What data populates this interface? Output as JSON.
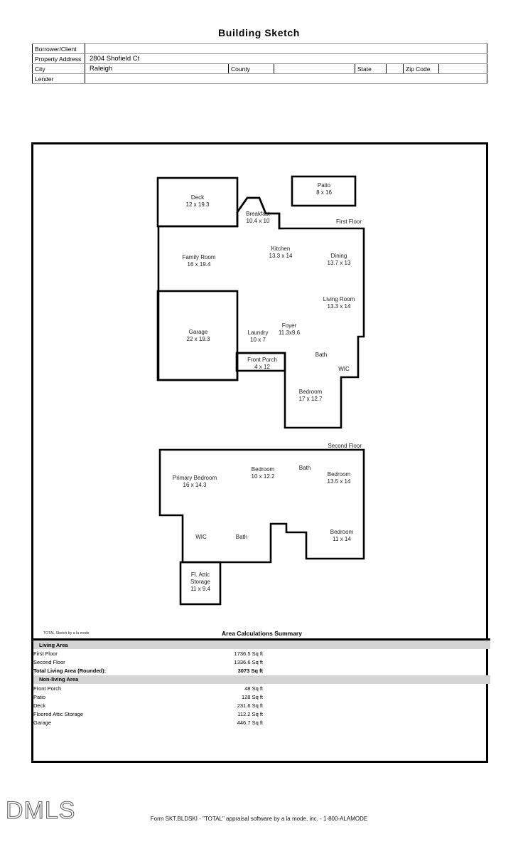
{
  "page_title": "Building Sketch",
  "info_table": {
    "rows": [
      {
        "label": "Borrower/Client",
        "value": ""
      },
      {
        "label": "Property Address",
        "value": "2804 Shofield Ct"
      },
      {
        "label": "City",
        "value": "Raleigh",
        "label2": "County",
        "value2": "",
        "label3": "State",
        "value3": "",
        "label4": "Zip Code",
        "value4": ""
      },
      {
        "label": "Lender",
        "value": ""
      }
    ],
    "borrower_label": "Borrower/Client",
    "borrower_value": "",
    "address_label": "Property Address",
    "address_value": "2804 Shofield Ct",
    "city_label": "City",
    "city_value": "Raleigh",
    "county_label": "County",
    "county_value": "",
    "state_label": "State",
    "state_value": "",
    "zip_label": "Zip Code",
    "zip_value": "",
    "lender_label": "Lender",
    "lender_value": ""
  },
  "sketch": {
    "first_floor_tag": "First Floor",
    "second_floor_tag": "Second Floor",
    "credit": "TOTAL Sketch by a la mode",
    "first_floor_rooms": [
      {
        "name": "Deck",
        "dims": "12 x 19.3"
      },
      {
        "name": "Patio",
        "dims": "8 x 16"
      },
      {
        "name": "Breakfast",
        "dims": "10.4 x 10"
      },
      {
        "name": "Kitchen",
        "dims": "13.3 x 14"
      },
      {
        "name": "Dining",
        "dims": "13.7 x 13"
      },
      {
        "name": "Family Room",
        "dims": "16 x 19.4"
      },
      {
        "name": "Living Room",
        "dims": "13.3 x 14"
      },
      {
        "name": "Garage",
        "dims": "22 x 19.3"
      },
      {
        "name": "Foyer",
        "dims": "11.3x9.6"
      },
      {
        "name": "Laundry",
        "dims": "10 x 7"
      },
      {
        "name": "Front Porch",
        "dims": "4 x 12"
      },
      {
        "name": "Bath",
        "dims": ""
      },
      {
        "name": "WIC",
        "dims": ""
      },
      {
        "name": "Bedroom",
        "dims": "17 x 12.7"
      }
    ],
    "second_floor_rooms": [
      {
        "name": "Primary Bedroom",
        "dims": "16 x 14.3"
      },
      {
        "name": "Bedroom",
        "dims": "10 x 12.2"
      },
      {
        "name": "Bath",
        "dims": ""
      },
      {
        "name": "Bedroom",
        "dims": "13.5 x 14"
      },
      {
        "name": "WIC",
        "dims": ""
      },
      {
        "name": "Bath",
        "dims": ""
      },
      {
        "name": "Bedroom",
        "dims": "11 x 14"
      },
      {
        "name": "Fl. Attic\nStorage",
        "dims": "11 x 9.4"
      }
    ]
  },
  "area_summary": {
    "title": "Area Calculations Summary",
    "living_header": "Living Area",
    "living_rows": [
      {
        "name": "First Floor",
        "value": "1736.5 Sq ft"
      },
      {
        "name": "Second Floor",
        "value": "1336.6 Sq ft"
      }
    ],
    "total_label": "Total Living Area (Rounded):",
    "total_value": "3073 Sq ft",
    "nonliving_header": "Non-living Area",
    "nonliving_rows": [
      {
        "name": "Front Porch",
        "value": "48 Sq ft"
      },
      {
        "name": "Patio",
        "value": "128 Sq ft"
      },
      {
        "name": "Deck",
        "value": "231.6 Sq ft"
      },
      {
        "name": "Floored Attic Storage",
        "value": "112.2 Sq ft"
      },
      {
        "name": "Garage",
        "value": "446.7 Sq ft"
      }
    ]
  },
  "footer": {
    "note": "Form SKT.BLDSKI - \"TOTAL\" appraisal software by a la mode, inc. - 1-800-ALAMODE",
    "logo": "DMLS"
  }
}
